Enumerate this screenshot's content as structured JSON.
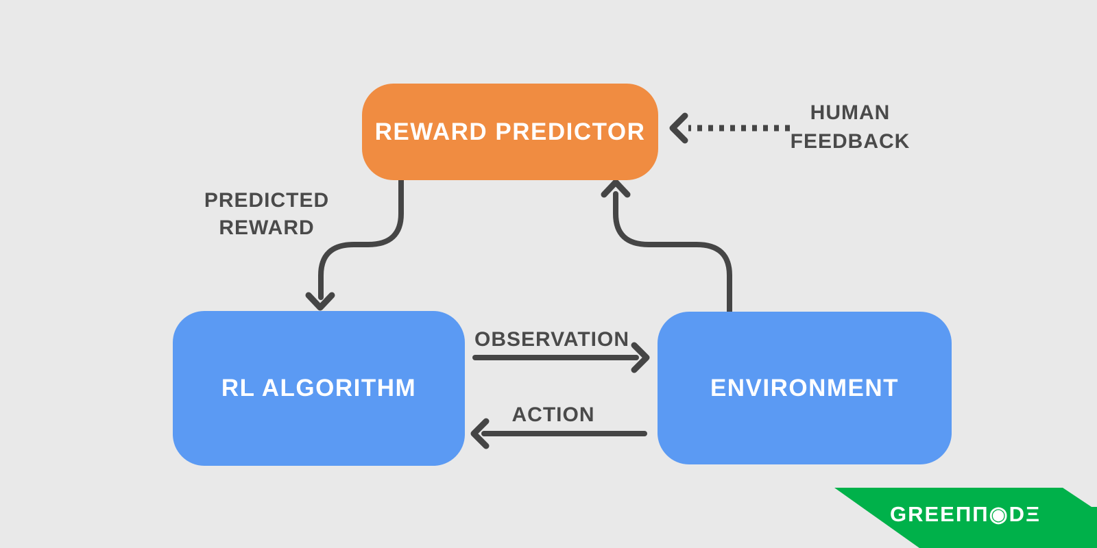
{
  "colors": {
    "background": "#E9E9E9",
    "arrow": "#454545",
    "label_text": "#4A4A4A",
    "node_text": "#FFFFFF",
    "node_orange": "#F08C41",
    "node_blue": "#5B9AF3",
    "banner_green": "#00B14A"
  },
  "nodes": {
    "reward_predictor": {
      "label": "REWARD PREDICTOR",
      "fill": "#F08C41"
    },
    "rl_algorithm": {
      "label": "RL ALGORITHM",
      "fill": "#5B9AF3"
    },
    "environment": {
      "label": "ENVIRONMENT",
      "fill": "#5B9AF3"
    }
  },
  "edge_labels": {
    "human_feedback": {
      "line1": "HUMAN",
      "line2": "FEEDBACK"
    },
    "predicted_reward": {
      "line1": "PREDICTED",
      "line2": "REWARD"
    },
    "observation": "OBSERVATION",
    "action": "ACTION"
  },
  "edges": [
    {
      "id": "human-feedback-to-reward-predictor",
      "style": "dotted",
      "direction": "left-into-reward-predictor"
    },
    {
      "id": "reward-predictor-to-rl-algorithm",
      "style": "solid-s-curve",
      "direction": "down-into-rl-algorithm"
    },
    {
      "id": "environment-to-reward-predictor",
      "style": "solid-s-curve",
      "direction": "up-into-reward-predictor"
    },
    {
      "id": "rl-algorithm-to-environment",
      "style": "solid",
      "direction": "right-into-environment"
    },
    {
      "id": "environment-to-rl-algorithm",
      "style": "solid",
      "direction": "left-into-rl-algorithm"
    }
  ],
  "logo": {
    "text": "GREENNODE",
    "display": "GREEΠΠ◉DΞ",
    "banner_color": "#00B14A",
    "text_color": "#FFFFFF"
  }
}
